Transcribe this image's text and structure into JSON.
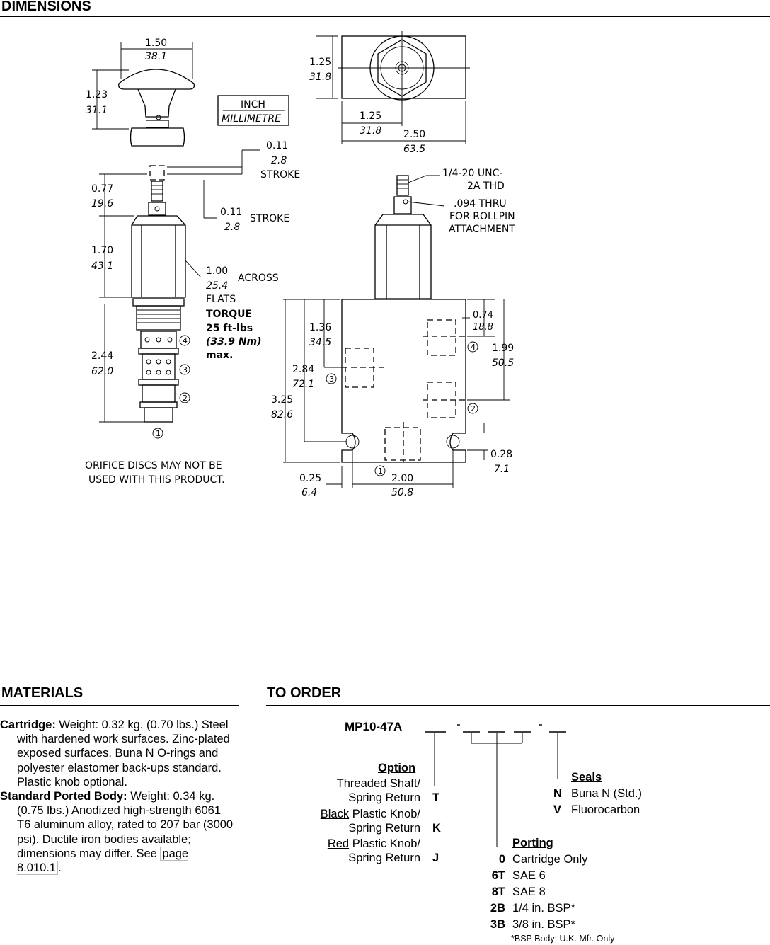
{
  "headers": {
    "dimensions": "DIMENSIONS",
    "materials": "MATERIALS",
    "to_order": "TO ORDER"
  },
  "drawing": {
    "knob_width_in": "1.50",
    "knob_width_mm": "38.1",
    "knob_height_in": "1.23",
    "knob_height_mm": "31.1",
    "legend_inch": "INCH",
    "legend_mm": "MILLIMETRE",
    "body_height_in": "1.25",
    "body_height_mm": "31.8",
    "top_offset_in": "1.25",
    "top_offset_mm": "31.8",
    "body_length_in": "2.50",
    "body_length_mm": "63.5",
    "stroke1_in": "0.11",
    "stroke1_mm": "2.8",
    "stroke_label": "STROKE",
    "stroke2_in": "0.11",
    "stroke2_mm": "2.8",
    "shaft_in": "0.77",
    "shaft_mm": "19.6",
    "hex_in": "1.70",
    "hex_mm": "43.1",
    "flats_in": "1.00",
    "flats_mm": "25.4",
    "across": "ACROSS",
    "flats": "FLATS",
    "torque_1": "TORQUE",
    "torque_2": "25 ft-lbs",
    "torque_3": "(33.9 Nm)",
    "torque_4": "max.",
    "cart_in": "2.44",
    "cart_mm": "62.0",
    "port1": "1",
    "port2": "2",
    "port3": "3",
    "port4": "4",
    "thread_1": "1/4-20 UNC-",
    "thread_2": "2A THD",
    "pin_1": ".094 THRU",
    "pin_2": "FOR ROLLPIN",
    "pin_3": "ATTACHMENT",
    "d136_in": "1.36",
    "d136_mm": "34.5",
    "d284_in": "2.84",
    "d284_mm": "72.1",
    "d325_in": "3.25",
    "d325_mm": "82.6",
    "d074_in": "0.74",
    "d074_mm": "18.8",
    "d199_in": "1.99",
    "d199_mm": "50.5",
    "d028_in": "0.28",
    "d028_mm": "7.1",
    "d025_in": "0.25",
    "d025_mm": "6.4",
    "d200_in": "2.00",
    "d200_mm": "50.8",
    "note_1": "ORIFICE DISCS MAY NOT BE",
    "note_2": "USED WITH THIS PRODUCT."
  },
  "materials": {
    "cartridge_label": "Cartridge:",
    "cartridge_text": " Weight: 0.32 kg. (0.70 lbs.) Steel with hardened work surfaces. Zinc-plated exposed surfaces. Buna N O-rings and polyester elastomer back-ups standard. Plastic knob optional.",
    "body_label": "Standard Ported Body:",
    "body_text": " Weight: 0.34 kg. (0.75 lbs.) Anodized high-strength 6061 T6 aluminum alloy, rated to 207 bar (3000 psi). Ductile iron bodies available; dimensions may differ. See ",
    "body_link": "page 8.010.1",
    "body_end": "."
  },
  "order": {
    "model": "MP10-47A",
    "option_title": "Option",
    "options": [
      {
        "l1_pre": "",
        "l1_u": "",
        "l1": "Threaded Shaft/",
        "l2": "Spring Return",
        "code": "T"
      },
      {
        "l1_pre": "",
        "l1_u": "Black",
        "l1": " Plastic Knob/",
        "l2": "Spring Return",
        "code": "K"
      },
      {
        "l1_pre": "",
        "l1_u": "Red",
        "l1": " Plastic Knob/",
        "l2": "Spring Return",
        "code": "J"
      }
    ],
    "seals_title": "Seals",
    "seals": [
      {
        "code": "N",
        "label": "Buna N (Std.)"
      },
      {
        "code": "V",
        "label": "Fluorocarbon"
      }
    ],
    "porting_title": "Porting",
    "porting": [
      {
        "code": "0",
        "label": "Cartridge Only"
      },
      {
        "code": "6T",
        "label": "SAE 6"
      },
      {
        "code": "8T",
        "label": "SAE 8"
      },
      {
        "code": "2B",
        "label": "1/4 in. BSP*"
      },
      {
        "code": "3B",
        "label": "3/8 in. BSP*"
      }
    ],
    "footnote": "*BSP Body; U.K. Mfr. Only"
  }
}
